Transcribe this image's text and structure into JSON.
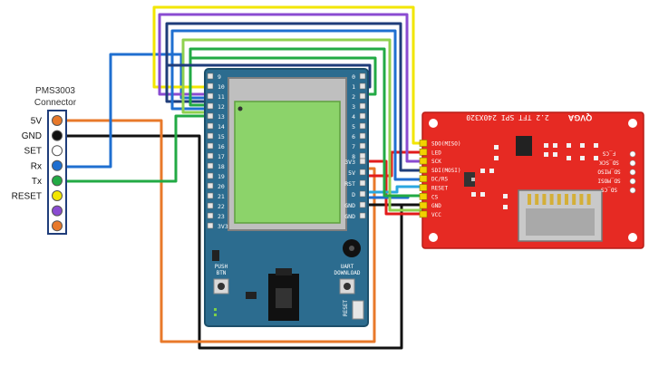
{
  "connector": {
    "title_line1": "PMS3003",
    "title_line2": "Connector",
    "pins": [
      {
        "label": "5V",
        "color": "#e8792a"
      },
      {
        "label": "GND",
        "color": "#111111"
      },
      {
        "label": "SET",
        "color": "#ffffff"
      },
      {
        "label": "Rx",
        "color": "#1f6fd0"
      },
      {
        "label": "Tx",
        "color": "#22aa44"
      },
      {
        "label": "RESET",
        "color": "#f2e600"
      },
      {
        "label": "",
        "color": "#8a4bd1"
      },
      {
        "label": "",
        "color": "#e8792a"
      }
    ]
  },
  "board": {
    "left_pins": [
      "9",
      "10",
      "11",
      "12",
      "13",
      "14",
      "15",
      "16",
      "17",
      "18",
      "19",
      "20",
      "21",
      "22",
      "23",
      "3V3"
    ],
    "right_pins": [
      "0",
      "1",
      "2",
      "3",
      "4",
      "5",
      "6",
      "7",
      "8",
      "3V3",
      "5V",
      "RST",
      "D",
      "GND",
      "GND"
    ],
    "btn_left_line1": "PUSH",
    "btn_left_line2": "BTN",
    "btn_right_line1": "UART",
    "btn_right_line2": "DOWNLOAD",
    "reset_label": "RESET"
  },
  "display": {
    "title": "2.2 TFT SPI 240X320",
    "brand": "QVGA",
    "left_pins": [
      "SDO(MISO)",
      "LED",
      "SCK",
      "SDI(MOSI)",
      "DC/RS",
      "RESET",
      "CS",
      "GND",
      "VCC"
    ],
    "right_pins": [
      "F_CS",
      "SD_SCK",
      "SD_MISO",
      "SD_MOSI",
      "SD_CS"
    ]
  },
  "wire_colors": {
    "yellow": "#f2e600",
    "purple": "#8a4bd1",
    "blue": "#1f6fd0",
    "navy": "#1f3d7a",
    "green": "#22aa44",
    "lime": "#8fd14f",
    "orange": "#e8792a",
    "black": "#111111",
    "red": "#e21b1b",
    "cyan": "#2aa7e0"
  }
}
